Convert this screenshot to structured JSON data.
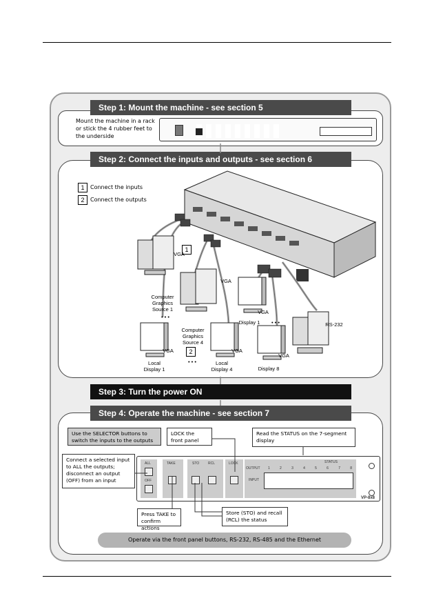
{
  "step1": {
    "title": "Step 1: Mount the machine - see section 5",
    "text": "Mount the machine in a rack or stick the 4 rubber feet to the underside"
  },
  "step2": {
    "title": "Step 2: Connect the inputs and outputs - see section 6",
    "legend": [
      {
        "num": "1",
        "label": "Connect the inputs"
      },
      {
        "num": "2",
        "label": "Connect the outputs"
      }
    ],
    "labels": {
      "vga": "VGA",
      "source1": "Computer Graphics Source 1",
      "source4": "Computer Graphics Source 4",
      "display1": "Display 1",
      "display8": "Display 8",
      "local1": "Local Display 1",
      "local4": "Local Display 4",
      "rs232": "RS-232",
      "dots": "• • •"
    }
  },
  "step3": {
    "title": "Step 3: Turn the power ON"
  },
  "step4": {
    "title": "Step 4: Operate the machine - see section 7",
    "callouts": {
      "selector": "Use the SELECTOR buttons to switch the inputs to the outputs",
      "lock": "LOCK the front panel",
      "status": "Read the STATUS on the 7-segment display",
      "all": "Connect a selected input to ALL the outputs; disconnect an output (OFF) from an input",
      "take": "Press TAKE to confirm actions",
      "sto": "Store (STO) and recall (RCL) the status",
      "footer": "Operate via the front panel buttons, RS-232, RS-485 and the Ethernet"
    },
    "panel": {
      "all": "ALL",
      "off": "OFF",
      "take": "TAKE",
      "sto": "STO",
      "rcl": "RCL",
      "lock": "LOCK",
      "status": "STATUS",
      "output": "OUTPUT",
      "input": "INPUT",
      "model": "VP-8x8",
      "numbers": [
        "1",
        "2",
        "3",
        "4",
        "5",
        "6",
        "7",
        "8"
      ]
    }
  }
}
